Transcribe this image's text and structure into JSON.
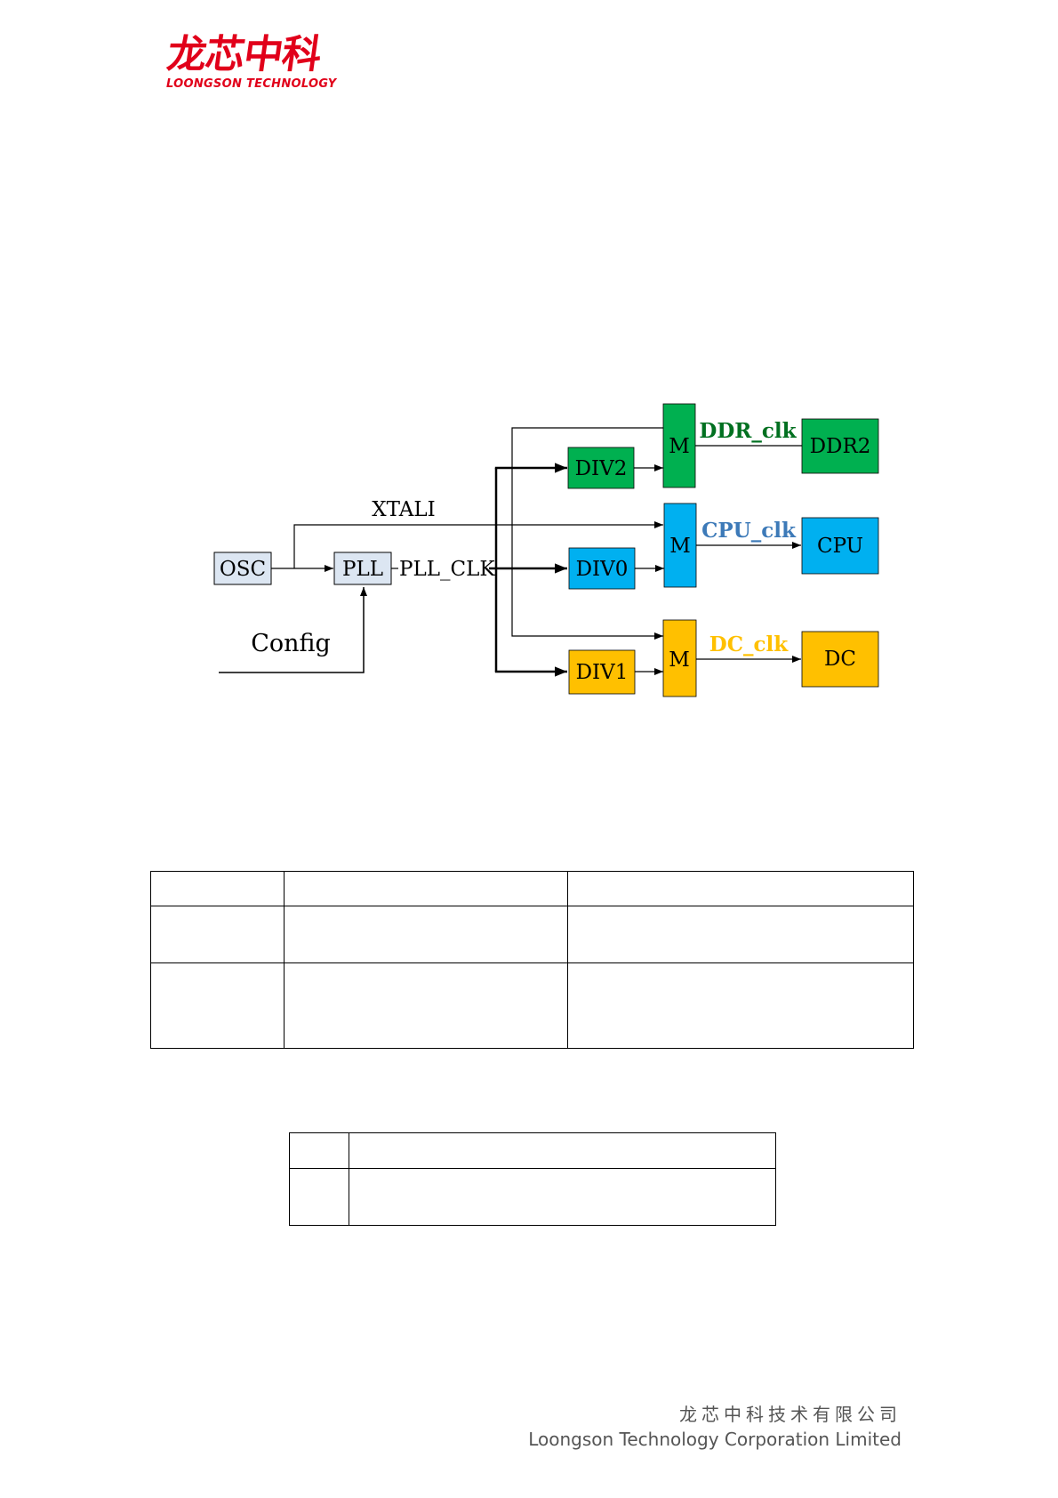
{
  "header": {
    "logo_cn": "龙芯中科",
    "logo_en": "LOONGSON TECHNOLOGY"
  },
  "diagram": {
    "labels": {
      "osc": "OSC",
      "pll": "PLL",
      "pll_clk": "PLL_CLK",
      "xtali": "XTALI",
      "config": "Config",
      "div0": "DIV0",
      "div1": "DIV1",
      "div2": "DIV2",
      "mux": "M",
      "ddr_clk": "DDR_clk",
      "cpu_clk": "CPU_clk",
      "dc_clk": "DC_clk",
      "ddr2": "DDR2",
      "cpu": "CPU",
      "dc": "DC"
    },
    "colors": {
      "green": "#00b050",
      "blue": "#00b0f0",
      "orange": "#ffc000",
      "light": "#dce6f2",
      "ddr_text": "#007020",
      "cpu_text": "#3d7ab8",
      "dc_text": "#ffc000"
    }
  },
  "footer": {
    "company_cn": "龙芯中科技术有限公司",
    "company_en": "Loongson Technology Corporation Limited"
  }
}
